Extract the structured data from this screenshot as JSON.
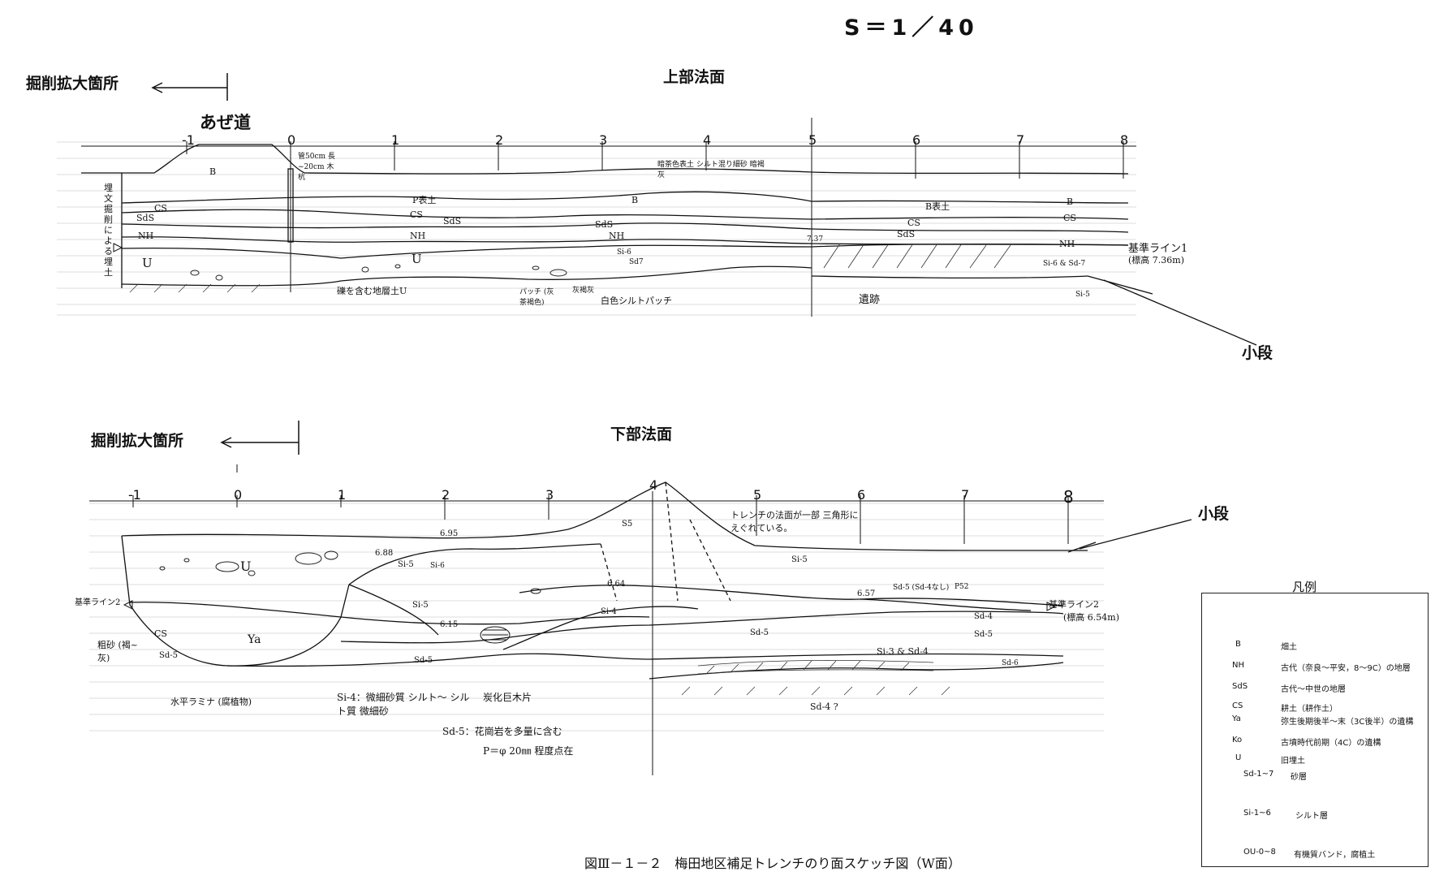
{
  "scale": "S＝1／40",
  "upper": {
    "title": "上部法面",
    "expansion_label": "掘削拡大箇所",
    "path_label": "あぜ道",
    "step_label": "小段",
    "ticks": [
      "-1",
      "0",
      "1",
      "2",
      "3",
      "4",
      "5",
      "6",
      "7",
      "8"
    ],
    "left_note": "埋文掘削による埋土",
    "notes": {
      "post": "管50cm 長~20cm 木杭",
      "topsoil_note": "暗茶色表土 シルト混り細砂 暗褐灰",
      "ref_line": "基準ライン1",
      "ref_elev": "(標高 7.36m)",
      "elev": "7.37",
      "gravel": "礫を含む地層土U",
      "patch": "パッチ (灰茶褐色)",
      "blue_gray": "灰褐灰",
      "white_silt": "白色シルトパッチ",
      "feature": "遺跡",
      "si5": "Si-5",
      "si6_sd7": "Si-6 & Sd-7",
      "sd7": "Sd7",
      "si6": "Si-6"
    },
    "layers": [
      "B",
      "P表土",
      "B",
      "B表土",
      "B",
      "CS",
      "CS",
      "CS",
      "CS",
      "SdS",
      "SdS",
      "SdS",
      "SdS",
      "NH",
      "NH",
      "NH",
      "NH",
      "U",
      "U"
    ]
  },
  "lower": {
    "title": "下部法面",
    "expansion_label": "掘削拡大箇所",
    "step_label": "小段",
    "ticks": [
      "-1",
      "0",
      "1",
      "2",
      "3",
      "4",
      "5",
      "6",
      "7",
      "8"
    ],
    "elevations": [
      "6.95",
      "6.88",
      "6.64",
      "6.15",
      "6.57"
    ],
    "ref_line": "基準ライン2",
    "ref_elev": "(標高 6.54m)",
    "ref_line_left": "基準ライン2",
    "notes": {
      "trench_note": "トレンチの法面が一部 三角形に えぐれている。",
      "sand": "粗砂 (褐~灰)",
      "lamina": "水平ラミナ (腐植物)",
      "si4_note": "Si-4：微細砂質 シルト～ シルト質 微細砂",
      "charcoal": "炭化巨木片",
      "sd5_note": "Sd-5：花崗岩を多量に含む",
      "pebble": "P＝φ 20㎜ 程度点在",
      "sd4q": "Sd-4 ?",
      "si3_sd4": "Si-3 & Sd-4",
      "sd5_no": "Sd-5 (Sd-4なし)",
      "p52": "P52"
    },
    "layers": [
      "U",
      "Ya",
      "CS",
      "Sd-5",
      "Si-5",
      "Sd-5",
      "Si-5",
      "Si-4",
      "Sd-5",
      "Sd-4",
      "Sd-5",
      "S5",
      "Si-5",
      "Si-6",
      "Sd-6"
    ]
  },
  "legend": {
    "title": "凡例",
    "items": [
      {
        "code": "B",
        "desc": "畑土"
      },
      {
        "code": "NH",
        "desc": "古代（奈良～平安，8～9C）の地層"
      },
      {
        "code": "SdS",
        "desc": "古代～中世の地層"
      },
      {
        "code": "CS",
        "desc": "耕土（耕作土）"
      },
      {
        "code": "Ya",
        "desc": "弥生後期後半～末（3C後半）の遺構"
      },
      {
        "code": "Ko",
        "desc": "古墳時代前期（4C）の遺構"
      },
      {
        "code": "U",
        "desc": "旧埋土"
      },
      {
        "code": "Sd-1~7",
        "desc": "砂層"
      },
      {
        "code": "Si-1~6",
        "desc": "シルト層"
      },
      {
        "code": "OU-0~8",
        "desc": "有機質バンド，腐植土"
      }
    ]
  },
  "caption": "図Ⅲ－１－２　梅田地区補足トレンチのり面スケッチ図（W面）"
}
